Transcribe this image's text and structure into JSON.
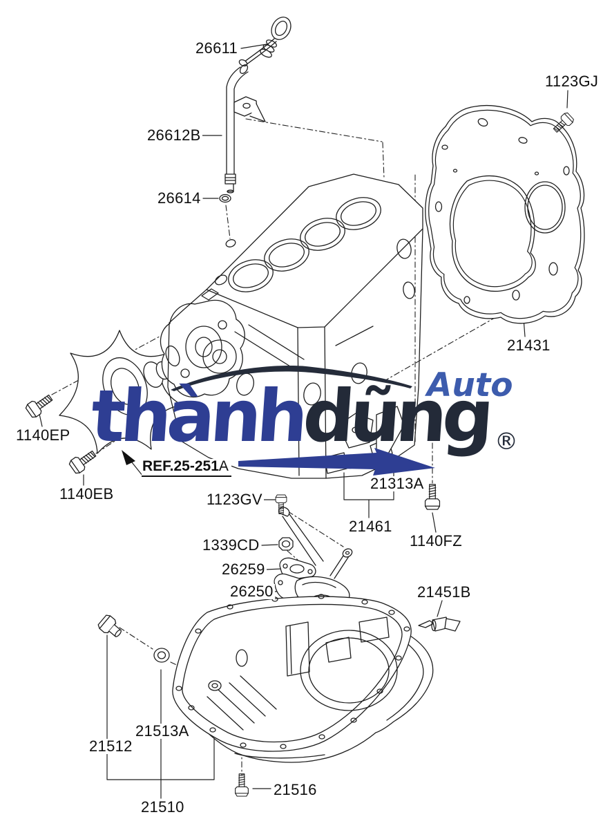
{
  "page": {
    "background": "#ffffff"
  },
  "watermark": {
    "thanh": "thành",
    "dung": "dũng",
    "auto": "Auto",
    "registered": "®",
    "brand_blue": "#2e3e93",
    "brand_dark": "#232a38",
    "auto_blue": "#3d5cad"
  },
  "ref_note": {
    "bold": "REF.25-251",
    "suffix": "A"
  },
  "labels": [
    {
      "part": "26611",
      "text": "26611"
    },
    {
      "part": "26612B",
      "text": "26612B"
    },
    {
      "part": "26614",
      "text": "26614"
    },
    {
      "part": "1123GJ",
      "text": "1123GJ"
    },
    {
      "part": "21431",
      "text": "21431"
    },
    {
      "part": "1140EP",
      "text": "1140EP"
    },
    {
      "part": "1140EB",
      "text": "1140EB"
    },
    {
      "part": "1123GV",
      "text": "1123GV"
    },
    {
      "part": "21313A",
      "text": "21313A"
    },
    {
      "part": "21461",
      "text": "21461"
    },
    {
      "part": "1140FZ",
      "text": "1140FZ"
    },
    {
      "part": "1339CD",
      "text": "1339CD"
    },
    {
      "part": "26259",
      "text": "26259"
    },
    {
      "part": "26250",
      "text": "26250"
    },
    {
      "part": "21451B",
      "text": "21451B"
    },
    {
      "part": "21512",
      "text": "21512"
    },
    {
      "part": "21513A",
      "text": "21513A"
    },
    {
      "part": "21510",
      "text": "21510"
    },
    {
      "part": "21516",
      "text": "21516"
    }
  ]
}
